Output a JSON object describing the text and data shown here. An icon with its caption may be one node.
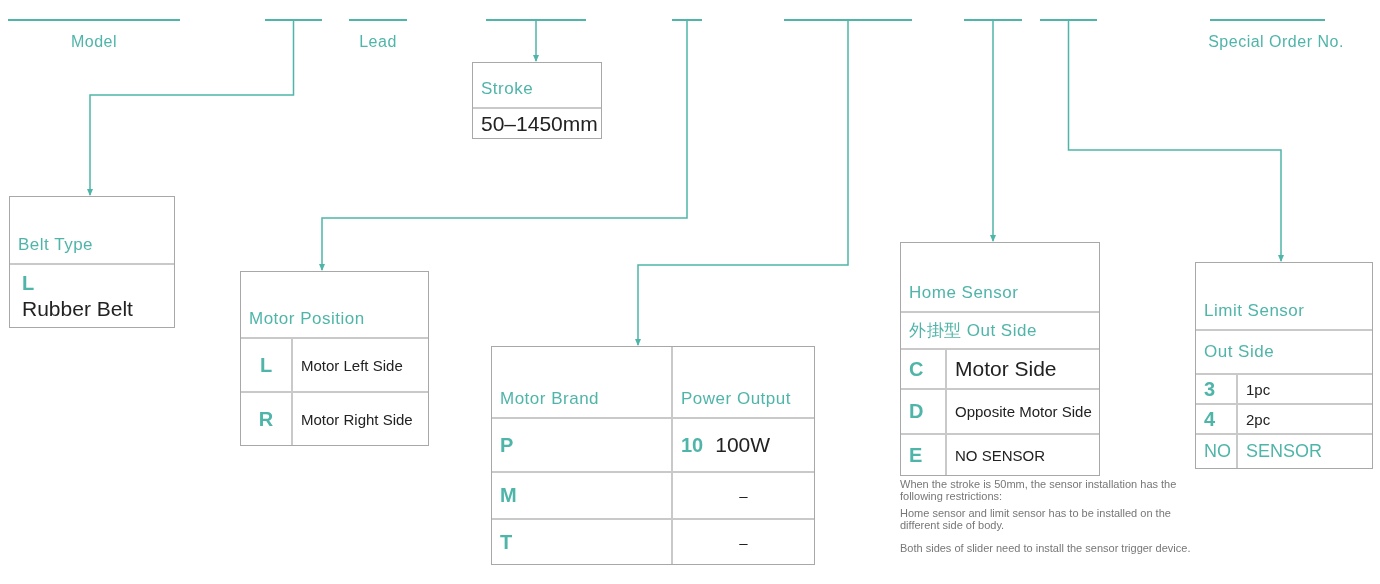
{
  "diagram": {
    "nodes": [
      {
        "text": [
          "Model"
        ]
      },
      {
        "text": [],
        "shape": "bar"
      },
      {
        "text": [
          "Lead"
        ]
      },
      {
        "text": [],
        "shape": "bar"
      },
      {
        "text": [],
        "shape": "bar"
      },
      {
        "text": [],
        "shape": "bar"
      },
      {
        "text": [],
        "shape": "bar"
      },
      {
        "text": [],
        "shape": "bar"
      },
      {
        "text": [
          "Special Order No."
        ]
      },
      {
        "text": [
          "Stroke",
          "50–1450mm"
        ]
      },
      {
        "text": [
          "Belt Type",
          "L",
          "Rubber Belt"
        ]
      },
      {
        "text": [
          "Motor Position",
          "L",
          "Motor Left Side",
          "R",
          "Motor Right Side"
        ]
      },
      {
        "text": [
          "Motor Brand",
          "Power Output",
          "P",
          "10",
          "100W",
          "M",
          "–",
          "T",
          "–"
        ]
      },
      {
        "text": [
          "Home Sensor",
          "外掛型 Out Side",
          "C",
          "Motor Side",
          "D",
          "Opposite Motor Side",
          "E",
          "NO SENSOR"
        ]
      },
      {
        "text": [
          "Limit Sensor",
          "Out Side",
          "3",
          "1pc",
          "4",
          "2pc",
          "NO",
          "SENSOR"
        ]
      }
    ],
    "edges": [
      {
        "from": 1,
        "to": 10,
        "arrow": "to"
      },
      {
        "from": 3,
        "to": 9,
        "arrow": "to"
      },
      {
        "from": 4,
        "to": 11,
        "arrow": "to"
      },
      {
        "from": 5,
        "to": 12,
        "arrow": "to"
      },
      {
        "from": 6,
        "to": 13,
        "arrow": "to"
      },
      {
        "from": 7,
        "to": 14,
        "arrow": "to"
      }
    ],
    "labels": [
      "When the stroke is 50mm, the sensor installation has the following restrictions:",
      "Home sensor and limit sensor has to be installed on the different side of body.",
      "Both sides of slider need to install the sensor trigger device."
    ]
  }
}
